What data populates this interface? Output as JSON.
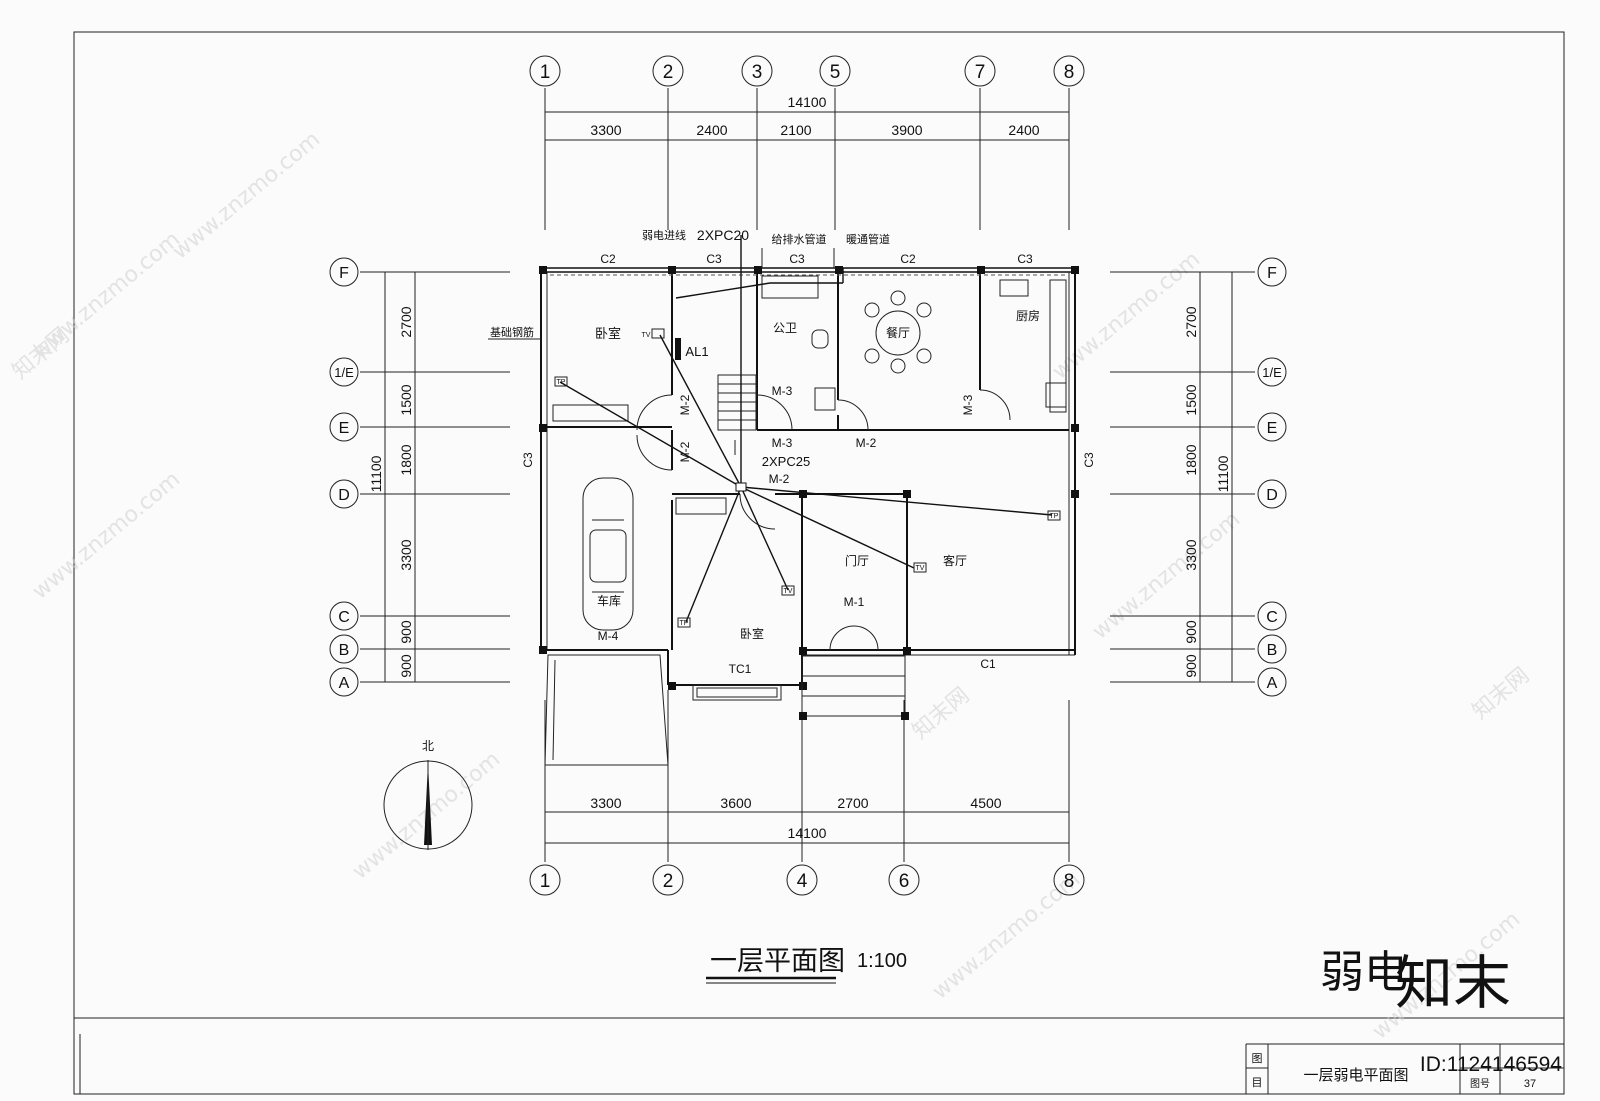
{
  "grid_top": [
    "1",
    "2",
    "3",
    "5",
    "7",
    "8"
  ],
  "grid_bottom": [
    "1",
    "2",
    "4",
    "6",
    "8"
  ],
  "grid_left": [
    "F",
    "1/E",
    "E",
    "D",
    "C",
    "B",
    "A"
  ],
  "grid_right": [
    "F",
    "1/E",
    "E",
    "D",
    "C",
    "B",
    "A"
  ],
  "dims_top": {
    "total": "14100",
    "segments": [
      "3300",
      "2400",
      "2100",
      "3900",
      "2400"
    ]
  },
  "dims_bottom": {
    "total": "14100",
    "segments": [
      "3300",
      "3600",
      "2700",
      "4500"
    ]
  },
  "dims_left": {
    "segments": [
      "2700",
      "1500",
      "1800",
      "3300",
      "900",
      "900"
    ],
    "total": "11100"
  },
  "dims_right": {
    "segments": [
      "2700",
      "1500",
      "1800",
      "3300",
      "900",
      "900"
    ],
    "total": "11100"
  },
  "rooms": {
    "bedroom_nw": "卧室",
    "bath": "公卫",
    "dining": "餐厅",
    "kitchen": "厨房",
    "foyer": "门厅",
    "living": "客厅",
    "garage": "车库",
    "bedroom_s": "卧室"
  },
  "annotations": {
    "weak_inlet": "弱电进线",
    "conduit_top": "2XPC20",
    "water_pipe": "给排水管道",
    "hvac_pipe": "暖通管道",
    "rebar": "基础钢筋",
    "panel": "AL1",
    "conduit_mid": "2XPC25",
    "north": "北"
  },
  "openings": {
    "c2a": "C2",
    "c3a": "C3",
    "c3b": "C3",
    "c2b": "C2",
    "c3c": "C3",
    "c3left": "C3",
    "c3right": "C3",
    "c1": "C1",
    "tc1": "TC1",
    "m1": "M-1",
    "m2a": "M-2",
    "m2b": "M-2",
    "m2c": "M-2",
    "m2d": "M-2",
    "m3a": "M-3",
    "m3b": "M-3",
    "m3c": "M-3",
    "m4": "M-4"
  },
  "outlets": {
    "tv": "TV",
    "tp": "TP"
  },
  "title": {
    "main": "一层平面图",
    "scale": "1:100",
    "handwritten": "弱电"
  },
  "title_block": {
    "drawing_name": "一层弱电平面图",
    "label_1": "图",
    "label_2": "目",
    "label_3": "图号",
    "sheet_no": "37"
  },
  "watermark": {
    "site": "www.znzmo.com",
    "brand": "知末网",
    "logo": "知末",
    "id": "ID:1124146594"
  }
}
